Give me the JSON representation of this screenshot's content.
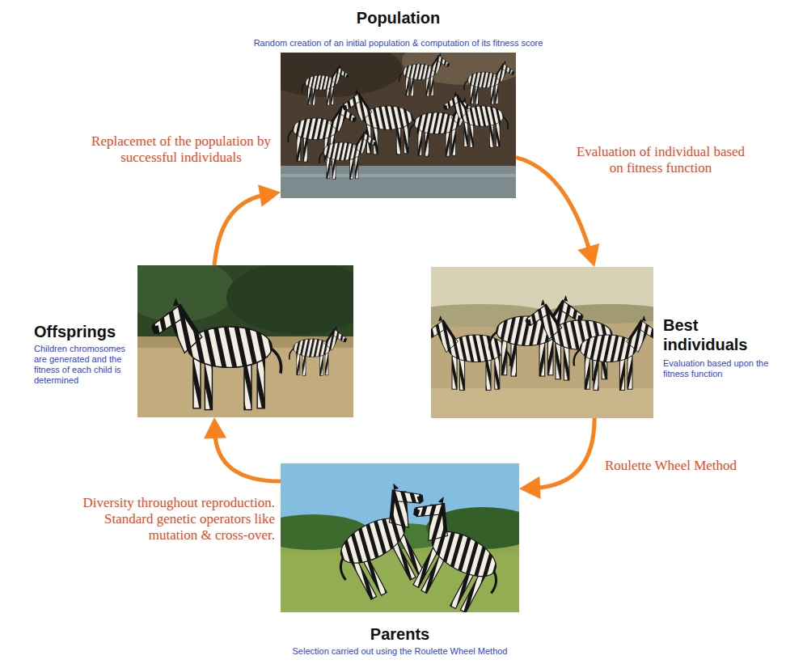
{
  "diagram": {
    "nodes": [
      {
        "text": [
          "Population",
          "Random creation of an initial population & computation of its fitness score"
        ]
      },
      {
        "text": [
          "Offsprings",
          "Children chromosomes are generated and the fitness of each child is determined"
        ]
      },
      {
        "text": [
          "Best individuals",
          "Evaluation based upon the fitness function"
        ]
      },
      {
        "text": [
          "Parents",
          "Selection carried out using the Roulette Wheel Method"
        ]
      }
    ],
    "edges": [
      {
        "from": 0,
        "to": 2,
        "arrow": "to",
        "label": "Evaluation of individual based on fitness function"
      },
      {
        "from": 2,
        "to": 3,
        "arrow": "to",
        "label": "Roulette Wheel Method"
      },
      {
        "from": 3,
        "to": 1,
        "arrow": "to",
        "label": "Diversity throughout reproduction. Standard genetic operators like mutation & cross-over."
      },
      {
        "from": 1,
        "to": 0,
        "arrow": "to",
        "label": "Replacemet of the population by successful individuals"
      }
    ]
  }
}
